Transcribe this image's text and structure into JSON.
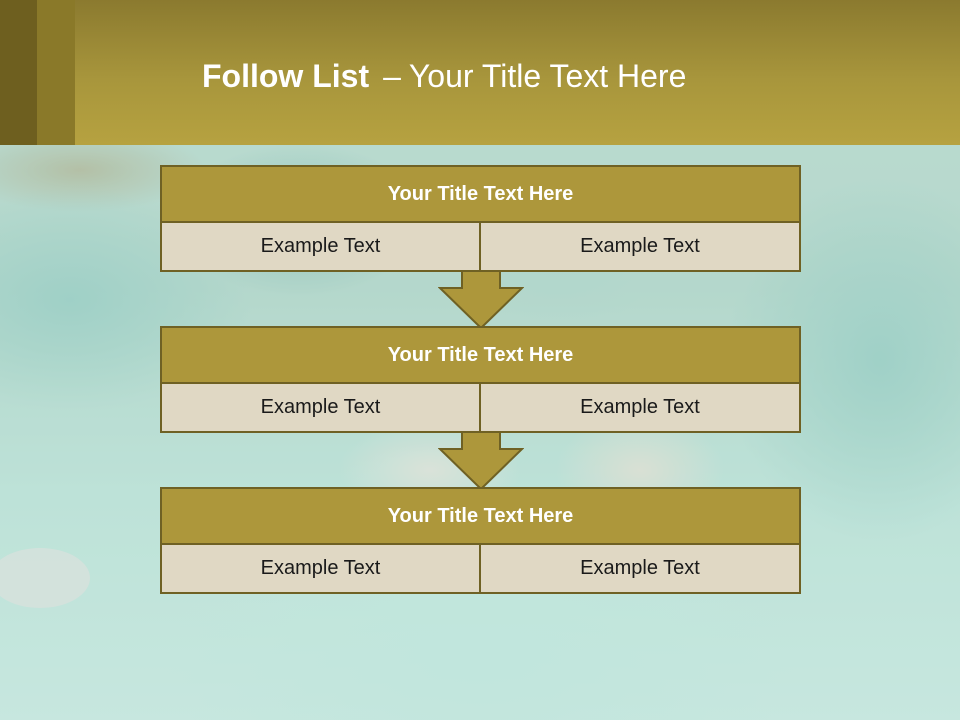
{
  "title": {
    "main": "Follow List",
    "separator": "–",
    "sub": "Your Title Text Here"
  },
  "blocks": [
    {
      "title": "Your Title Text Here",
      "left": "Example Text",
      "right": "Example Text"
    },
    {
      "title": "Your Title Text Here",
      "left": "Example Text",
      "right": "Example Text"
    },
    {
      "title": "Your Title Text Here",
      "left": "Example Text",
      "right": "Example Text"
    }
  ],
  "colors": {
    "header": "#a8963c",
    "block_title": "#ad973b",
    "block_cell": "#e0d8c4",
    "border": "#6f6124",
    "arrow": "#ad973b"
  }
}
